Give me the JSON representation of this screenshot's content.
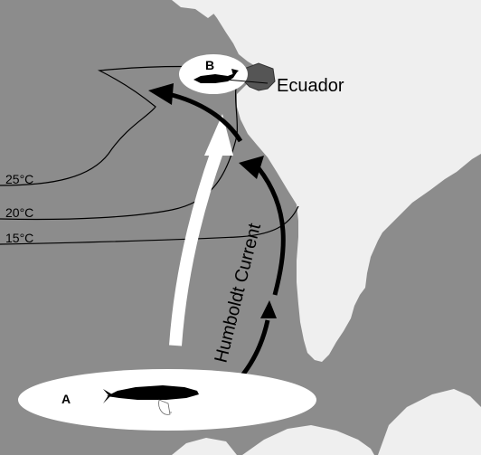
{
  "map": {
    "colors": {
      "ocean": "#8c8c8c",
      "land": "#efefef",
      "ecuador": "#555555",
      "arrow_dark": "#000000",
      "arrow_light": "#ffffff",
      "isotherm": "#000000"
    },
    "isotherms": [
      {
        "label": "25°C"
      },
      {
        "label": "20°C"
      },
      {
        "label": "15°C"
      }
    ],
    "current_label": "Humboldt Current",
    "country_label": "Ecuador",
    "sites": [
      {
        "label": "A"
      },
      {
        "label": "B"
      }
    ],
    "icons": [
      "humpback-whale-icon",
      "whale-silhouette-icon"
    ]
  }
}
